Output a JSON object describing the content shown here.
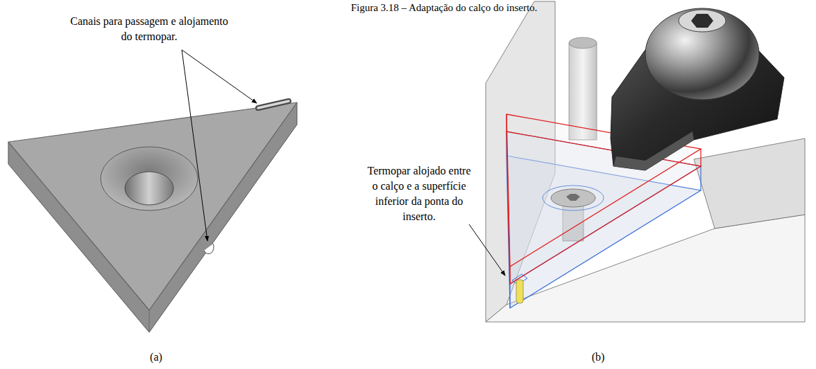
{
  "diagram": {
    "title": "Figura 3.18 – Adaptação do calço do inserto.",
    "labels": [
      "Canais para passagem e alojamento do termopar.",
      "Termopar alojado entre o calço e a superfície inferior da ponta do inserto.",
      "(a)",
      "(b)"
    ]
  }
}
